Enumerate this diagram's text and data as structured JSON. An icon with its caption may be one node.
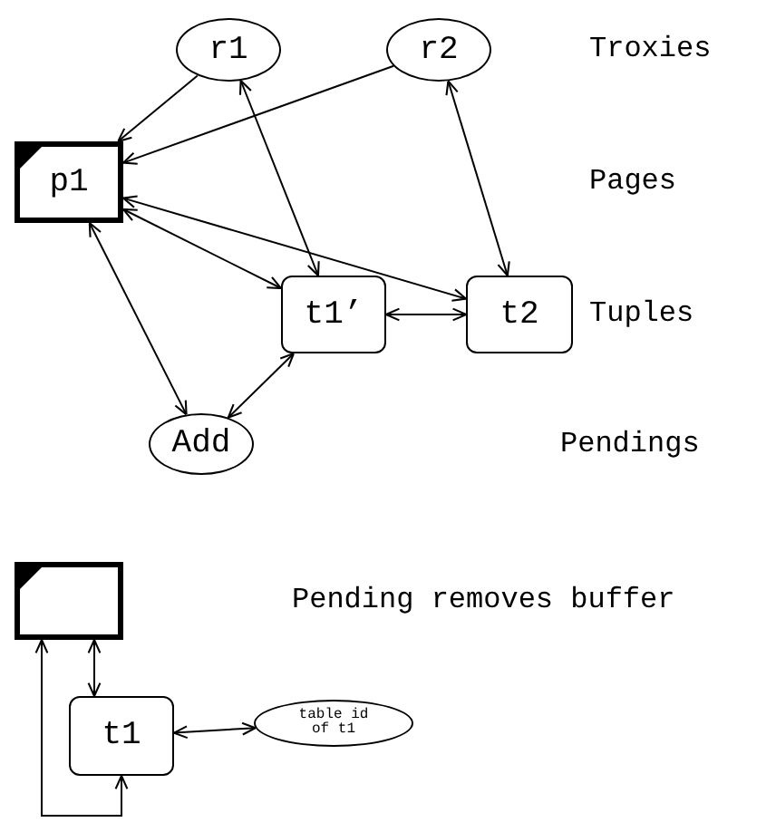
{
  "diagram": {
    "nodes": [
      {
        "text": [
          "r1"
        ]
      },
      {
        "text": [
          "r2"
        ]
      },
      {
        "text": [
          "p1"
        ]
      },
      {
        "text": [
          "t1’"
        ]
      },
      {
        "text": [
          "t2"
        ]
      },
      {
        "text": [
          "Add"
        ]
      },
      {
        "text": [],
        "shape": "box"
      },
      {
        "text": [
          "t1"
        ]
      },
      {
        "text": [
          "table id of t1"
        ]
      }
    ],
    "edges": [
      {
        "from": 0,
        "to": 2,
        "arrow": "to"
      },
      {
        "from": 1,
        "to": 2,
        "arrow": "to"
      },
      {
        "from": 0,
        "to": 3,
        "arrow": "both"
      },
      {
        "from": 1,
        "to": 4,
        "arrow": "both"
      },
      {
        "from": 2,
        "to": 4,
        "arrow": "both"
      },
      {
        "from": 2,
        "to": 3,
        "arrow": "both"
      },
      {
        "from": 2,
        "to": 5,
        "arrow": "both"
      },
      {
        "from": 3,
        "to": 4,
        "arrow": "both"
      },
      {
        "from": 3,
        "to": 5,
        "arrow": "both"
      },
      {
        "from": 6,
        "to": 7,
        "arrow": "both"
      },
      {
        "from": 7,
        "to": 8,
        "arrow": "both"
      },
      {
        "from": 7,
        "to": 6,
        "arrow": "both"
      }
    ],
    "labels": [
      "Troxies",
      "Pages",
      "Tuples",
      "Pendings",
      "Pending removes buffer"
    ]
  }
}
